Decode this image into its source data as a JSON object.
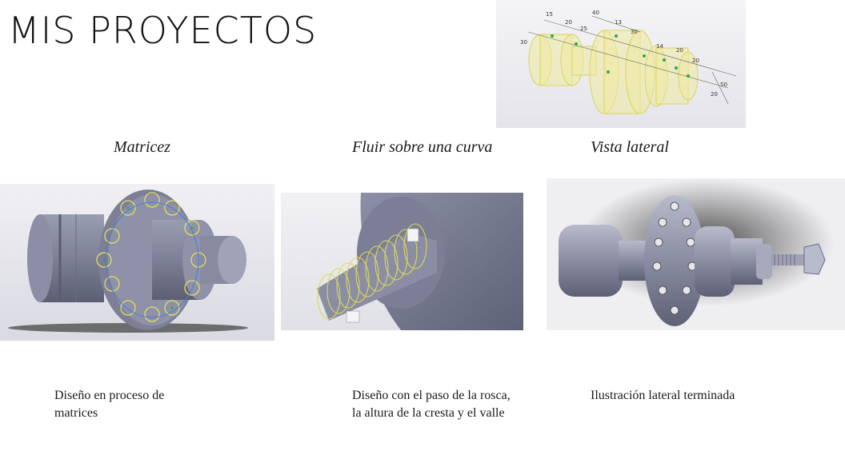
{
  "page": {
    "title": "MIS PROYECTOS"
  },
  "captions": [
    "Matricez",
    "Fluir sobre una curva",
    "Vista lateral"
  ],
  "descriptions": [
    [
      "Diseño en proceso de",
      "matrices"
    ],
    [
      "Diseño con el paso de la rosca,",
      "la altura de la cresta y el valle"
    ],
    [
      "Ilustración lateral terminada"
    ]
  ],
  "dimension_labels": [
    "15",
    "40",
    "20",
    "30",
    "13",
    "14",
    "20",
    "30",
    "50",
    "20",
    "25",
    "20"
  ],
  "colors": {
    "metal": "#8a8da3",
    "metal_dark": "#5f6277",
    "metal_light": "#b9bccc",
    "sketch_yellow": "#e6e36a",
    "background_gray": "#eeeef1"
  }
}
